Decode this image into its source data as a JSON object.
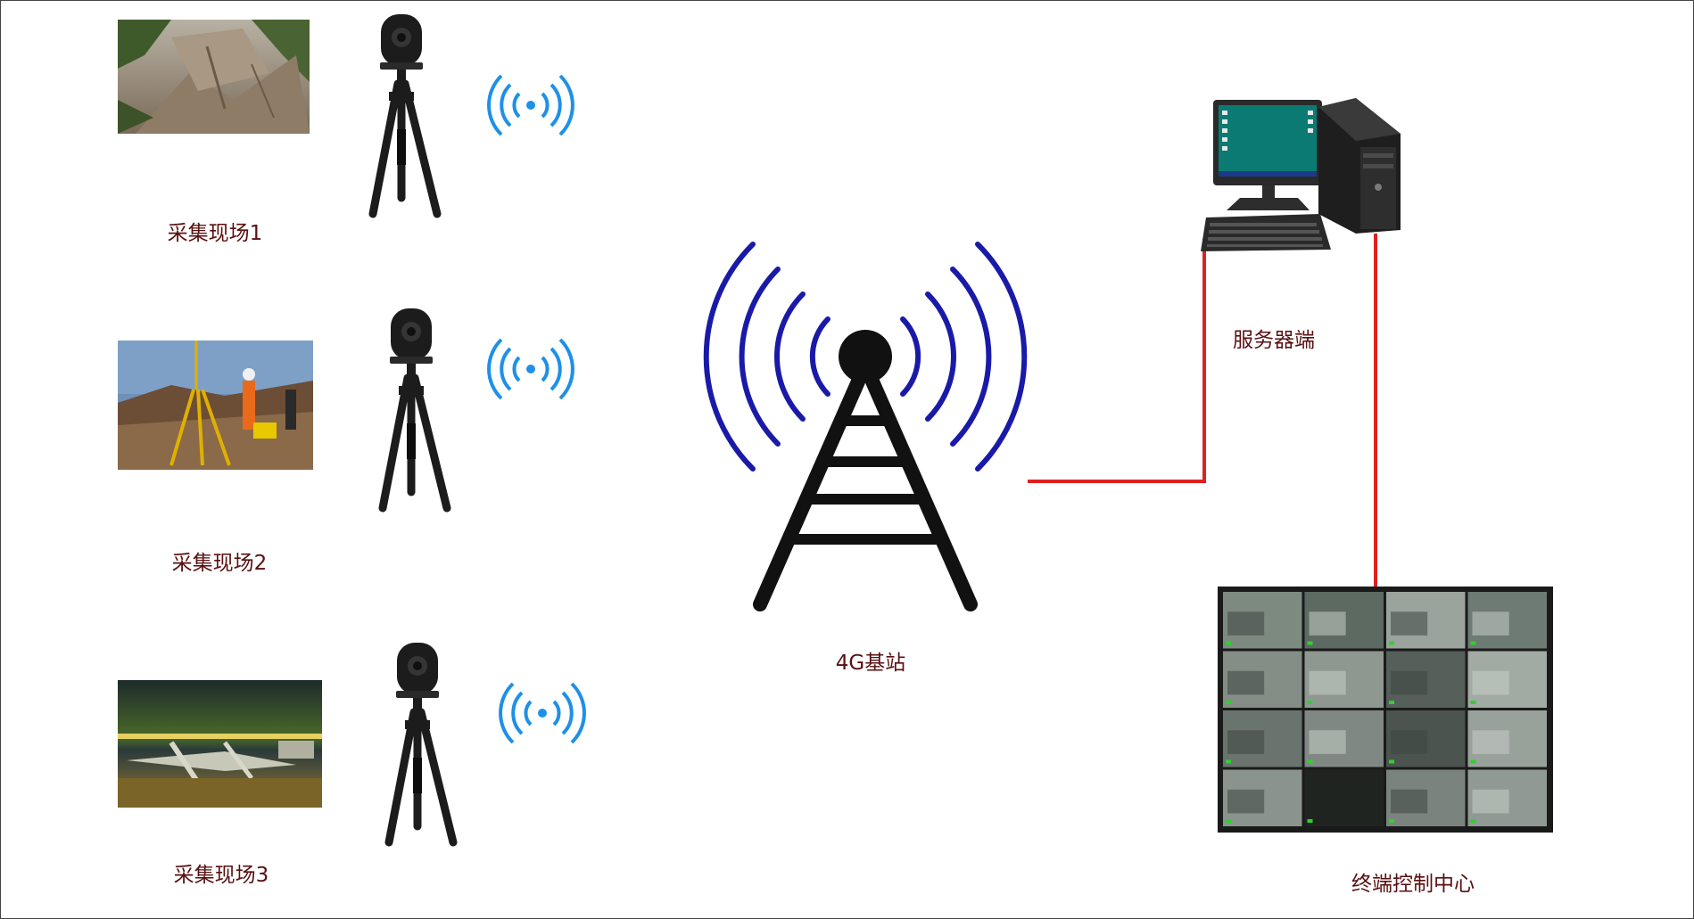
{
  "labels": {
    "site1": "采集现场1",
    "site2": "采集现场2",
    "site3": "采集现场3",
    "tower": "4G基站",
    "server": "服务器端",
    "control": "终端控制中心"
  },
  "colors": {
    "label_text": "#5a1010",
    "link_line": "#e02020",
    "tower_waves": "#1a1aa8",
    "wifi": "#1e90e8",
    "device": "#1c1c1c"
  },
  "icons": [
    "camera-tripod-icon",
    "wifi-signal-icon",
    "cell-tower-icon",
    "desktop-computer-icon",
    "video-wall-icon"
  ]
}
